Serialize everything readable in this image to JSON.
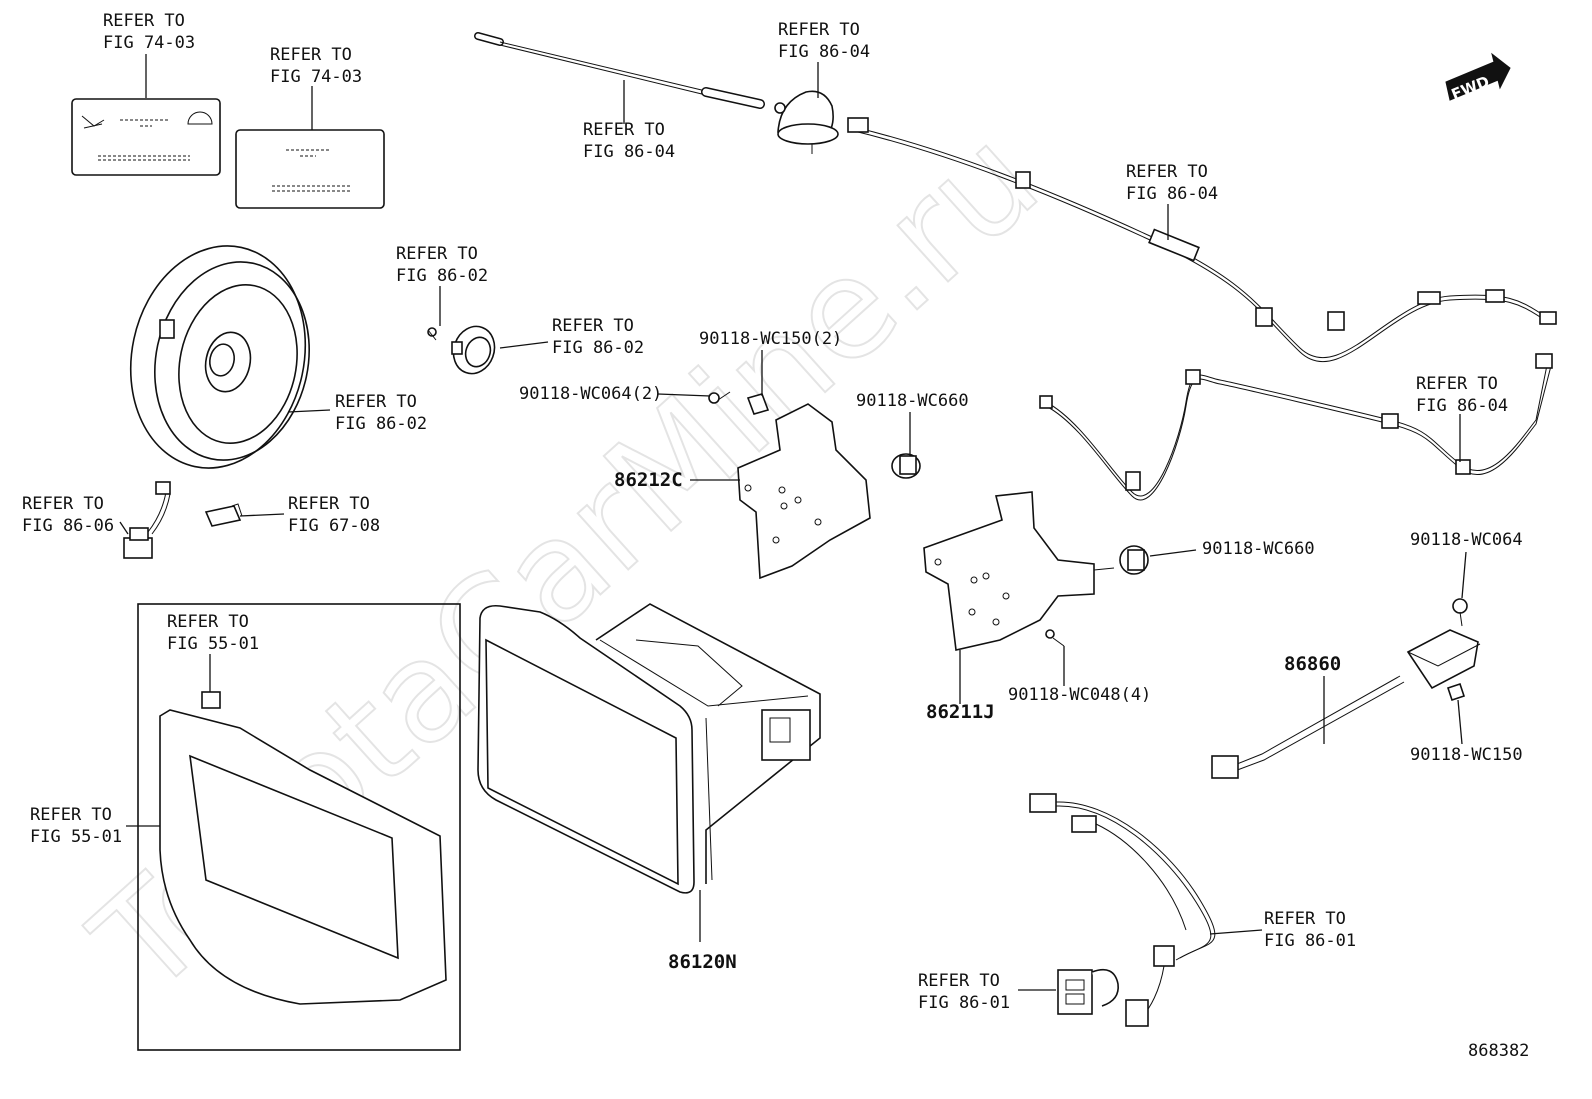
{
  "watermark": "ToyotaCarMine.ru",
  "fwd_label": "FWD",
  "diagram_number": "868382",
  "refer_labels": [
    {
      "id": "r1",
      "line1": "REFER TO",
      "line2": "FIG 74-03"
    },
    {
      "id": "r2",
      "line1": "REFER TO",
      "line2": "FIG 74-03"
    },
    {
      "id": "r3",
      "line1": "REFER TO",
      "line2": "FIG 86-04"
    },
    {
      "id": "r4",
      "line1": "REFER TO",
      "line2": "FIG 86-04"
    },
    {
      "id": "r5",
      "line1": "REFER TO",
      "line2": "FIG 86-04"
    },
    {
      "id": "r6",
      "line1": "REFER TO",
      "line2": "FIG 86-02"
    },
    {
      "id": "r7",
      "line1": "REFER TO",
      "line2": "FIG 86-02"
    },
    {
      "id": "r8",
      "line1": "REFER TO",
      "line2": "FIG 86-02"
    },
    {
      "id": "r9",
      "line1": "REFER TO",
      "line2": "FIG 86-04"
    },
    {
      "id": "r10",
      "line1": "REFER TO",
      "line2": "FIG 86-06"
    },
    {
      "id": "r11",
      "line1": "REFER TO",
      "line2": "FIG 67-08"
    },
    {
      "id": "r12",
      "line1": "REFER TO",
      "line2": "FIG 55-01"
    },
    {
      "id": "r13",
      "line1": "REFER TO",
      "line2": "FIG 55-01"
    },
    {
      "id": "r14",
      "line1": "REFER TO",
      "line2": "FIG 86-01"
    },
    {
      "id": "r15",
      "line1": "REFER TO",
      "line2": "FIG 86-01"
    }
  ],
  "part_numbers": {
    "bracket_left": "86212C",
    "bracket_right": "86211J",
    "radio_unit": "86120N",
    "cable": "86860"
  },
  "fasteners": {
    "wc150_2": "90118-WC150(2)",
    "wc064_2": "90118-WC064(2)",
    "wc660_a": "90118-WC660",
    "wc660_b": "90118-WC660",
    "wc048_4": "90118-WC048(4)",
    "wc064": "90118-WC064",
    "wc150": "90118-WC150"
  }
}
